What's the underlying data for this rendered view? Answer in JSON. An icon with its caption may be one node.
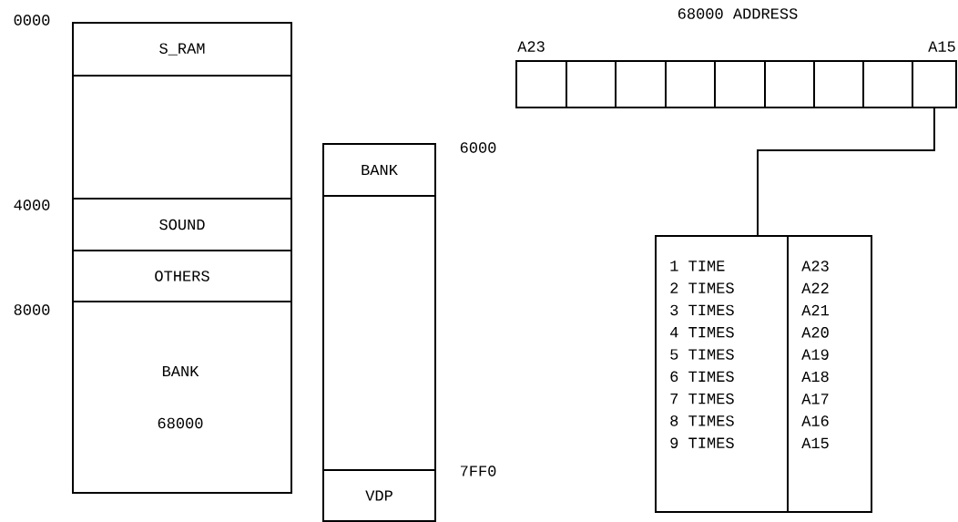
{
  "diagram": {
    "nodes": [
      {
        "text": [
          "S_RAM"
        ]
      },
      {
        "text": [],
        "shape": "box"
      },
      {
        "text": [
          "SOUND"
        ]
      },
      {
        "text": [
          "OTHERS"
        ]
      },
      {
        "text": [
          "BANK",
          "68000"
        ]
      },
      {
        "text": [
          "BANK"
        ]
      },
      {
        "text": [],
        "shape": "box"
      },
      {
        "text": [
          "VDP"
        ]
      },
      {
        "text": [],
        "shape": "box",
        "beside": [
          "A23"
        ]
      },
      {
        "text": [],
        "shape": "box"
      },
      {
        "text": [],
        "shape": "box"
      },
      {
        "text": [],
        "shape": "box"
      },
      {
        "text": [],
        "shape": "box"
      },
      {
        "text": [],
        "shape": "box"
      },
      {
        "text": [],
        "shape": "box"
      },
      {
        "text": [],
        "shape": "box"
      },
      {
        "text": [],
        "shape": "box",
        "beside": [
          "A15"
        ]
      },
      {
        "text": [
          "1 TIME",
          "2 TIMES",
          "3 TIMES",
          "4 TIMES",
          "5 TIMES",
          "6 TIMES",
          "7 TIMES",
          "8 TIMES",
          "9 TIMES"
        ]
      },
      {
        "text": [
          "A23",
          "A22",
          "A21",
          "A20",
          "A19",
          "A18",
          "A17",
          "A16",
          "A15"
        ]
      }
    ],
    "edges": [
      {
        "from": 16,
        "to": 17,
        "arrow": "none"
      }
    ],
    "labels": [
      "68000 ADDRESS",
      "0000",
      "6000",
      "4000",
      "8000",
      "7FF0"
    ]
  }
}
